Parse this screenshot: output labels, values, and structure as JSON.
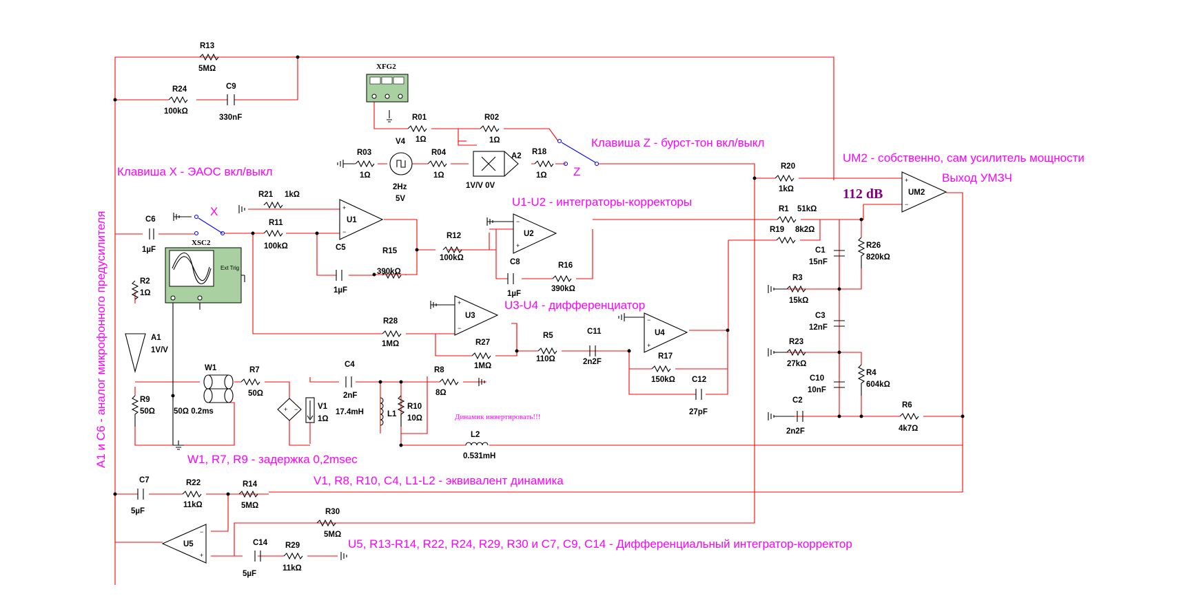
{
  "notes": {
    "key_x": "Клавиша X - ЭАОС вкл/выкл",
    "key_z": "Клавиша Z - бурст-тон вкл/выкл",
    "um2_desc": "UM2 - собственно, сам усилитель мощности",
    "out_umzch": "Выход УМЗЧ",
    "u1u2": "U1-U2 - интеграторы-корректоры",
    "u3u4": "U3-U4 - дифференциатор",
    "w1": "W1, R7, R9 - задержка 0,2msec",
    "speaker_eq": "V1, R8, R10, C4, L1-L2 - эквивалент динамика",
    "u5": "U5, R13-R14, R22, R24, R29, R30 и C7, C9, C14 - Дифференциальный интегратор-корректор",
    "vertical": "A1 и C6 - аналог микрофонного предусилителя",
    "invert": "Динамик инвертировать!!!",
    "gain_db": "112 dB",
    "key_x_letter": "X",
    "key_z_letter": "Z"
  },
  "components": {
    "R13": {
      "name": "R13",
      "value": "5MΩ"
    },
    "R24": {
      "name": "R24",
      "value": "100kΩ"
    },
    "C9": {
      "name": "C9",
      "value": "330nF"
    },
    "XFG2": {
      "name": "XFG2"
    },
    "R01": {
      "name": "R01",
      "value": "1Ω"
    },
    "R02": {
      "name": "R02",
      "value": "1Ω"
    },
    "V4": {
      "name": "V4",
      "value1": "2Hz",
      "value2": "5V"
    },
    "R03": {
      "name": "R03",
      "value": "1Ω"
    },
    "R04": {
      "name": "R04",
      "value": "1Ω"
    },
    "A2": {
      "name": "A2",
      "value": "1V/V 0V"
    },
    "R18": {
      "name": "R18",
      "value": "1Ω"
    },
    "R20": {
      "name": "R20",
      "value": "1kΩ"
    },
    "UM2": {
      "name": "UM2"
    },
    "R21": {
      "name": "R21",
      "value": "1kΩ"
    },
    "U1": {
      "name": "U1"
    },
    "R11": {
      "name": "R11",
      "value": "100kΩ"
    },
    "C6": {
      "name": "C6",
      "value": "1µF"
    },
    "XSC2": {
      "name": "XSC2",
      "ext": "Ext Trig"
    },
    "C5": {
      "name": "C5",
      "value": "1µF"
    },
    "R15": {
      "name": "R15",
      "value": "390kΩ"
    },
    "R12": {
      "name": "R12",
      "value": "100kΩ"
    },
    "U2": {
      "name": "U2"
    },
    "C8": {
      "name": "C8",
      "value": "1µF"
    },
    "R16": {
      "name": "R16",
      "value": "390kΩ"
    },
    "R1": {
      "name": "R1",
      "value": "51kΩ"
    },
    "R19": {
      "name": "R19",
      "value": "8k2Ω"
    },
    "C1": {
      "name": "C1",
      "value": "15nF"
    },
    "R26": {
      "name": "R26",
      "value": "820kΩ"
    },
    "R3": {
      "name": "R3",
      "value": "15kΩ"
    },
    "C3": {
      "name": "C3",
      "value": "12nF"
    },
    "R23": {
      "name": "R23",
      "value": "27kΩ"
    },
    "C10": {
      "name": "C10",
      "value": "10nF"
    },
    "R4": {
      "name": "R4",
      "value": "604kΩ"
    },
    "C2": {
      "name": "C2",
      "value": "2n2F"
    },
    "R6": {
      "name": "R6",
      "value": "4k7Ω"
    },
    "R2": {
      "name": "R2",
      "value": "1Ω"
    },
    "A1": {
      "name": "A1",
      "value": "1V/V"
    },
    "U3": {
      "name": "U3"
    },
    "R28": {
      "name": "R28",
      "value": "1MΩ"
    },
    "R27": {
      "name": "R27",
      "value": "1MΩ"
    },
    "R5": {
      "name": "R5",
      "value": "110Ω"
    },
    "C11": {
      "name": "C11",
      "value": "2n2F"
    },
    "U4": {
      "name": "U4"
    },
    "R17": {
      "name": "R17",
      "value": "150kΩ"
    },
    "C12": {
      "name": "C12",
      "value": "27pF"
    },
    "W1": {
      "name": "W1",
      "value": "50Ω 0.2ms"
    },
    "R7": {
      "name": "R7",
      "value": "50Ω"
    },
    "R9": {
      "name": "R9",
      "value": "50Ω"
    },
    "C4": {
      "name": "C4",
      "value": "2nF"
    },
    "R8": {
      "name": "R8",
      "value": "8Ω"
    },
    "V1": {
      "name": "V1",
      "value": "1Ω"
    },
    "L1": {
      "name": "L1",
      "value": "17.4mH"
    },
    "R10": {
      "name": "R10",
      "value": "10Ω"
    },
    "L2": {
      "name": "L2",
      "value": "0.531mH"
    },
    "C7": {
      "name": "C7",
      "value": "5µF"
    },
    "R22": {
      "name": "R22",
      "value": "11kΩ"
    },
    "R14": {
      "name": "R14",
      "value": "5MΩ"
    },
    "U5": {
      "name": "U5"
    },
    "R30": {
      "name": "R30",
      "value": "5MΩ"
    },
    "C14": {
      "name": "C14",
      "value": "5µF"
    },
    "R29": {
      "name": "R29",
      "value": "11kΩ"
    }
  }
}
